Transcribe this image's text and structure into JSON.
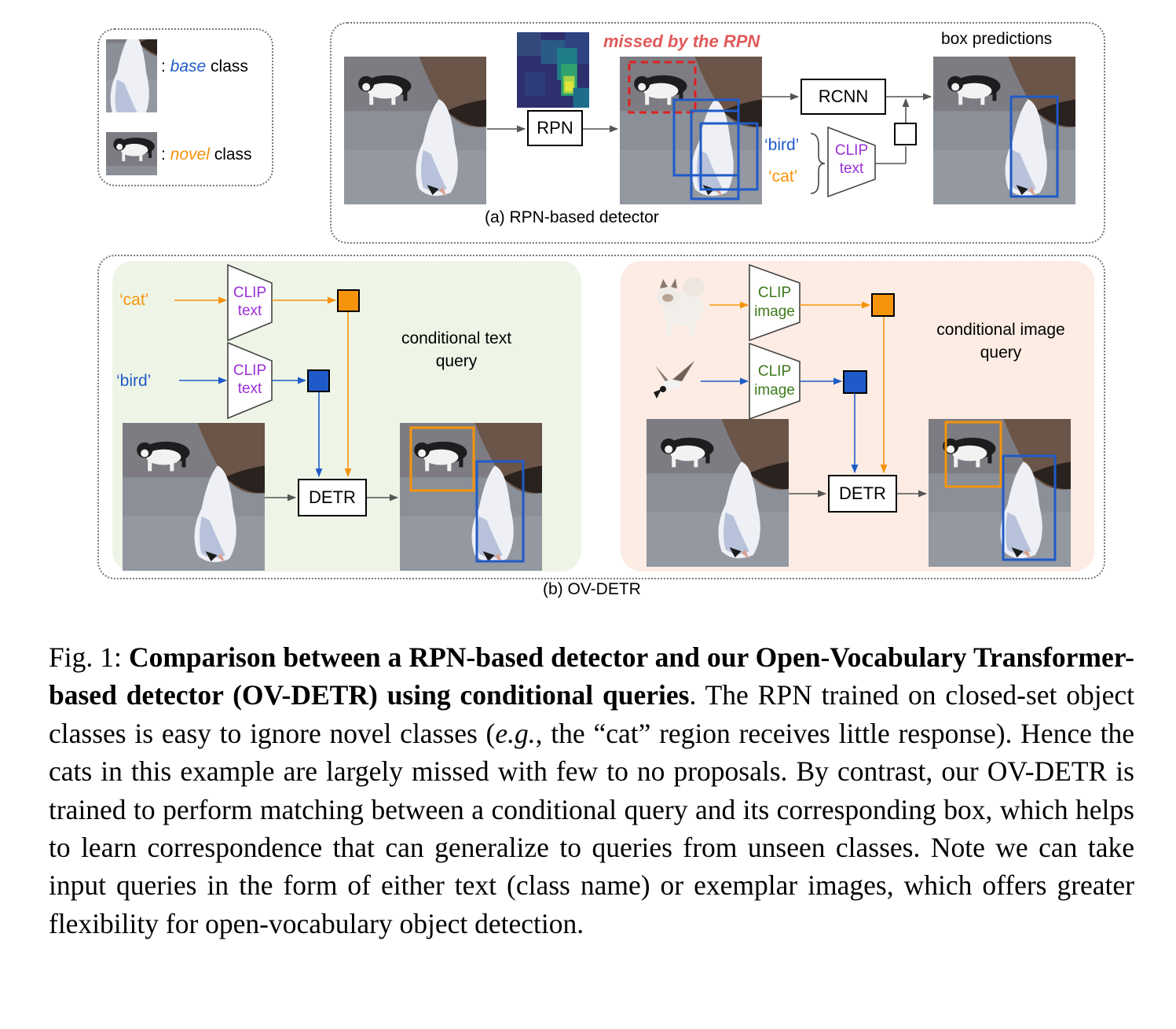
{
  "legend": {
    "base_prefix": ": ",
    "base_word": "base",
    "base_suffix": " class",
    "novel_prefix": ": ",
    "novel_word": "novel",
    "novel_suffix": " class"
  },
  "panel_a": {
    "missed_label": "missed by the RPN",
    "rpn_label": "RPN",
    "rcnn_label": "RCNN",
    "bird_label": "‘bird’",
    "cat_label": "‘cat’",
    "clip_text_line1": "CLIP",
    "clip_text_line2": "text",
    "box_predictions": "box predictions",
    "caption": "(a) RPN-based detector"
  },
  "panel_b": {
    "left": {
      "cat_label": "‘cat’",
      "bird_label": "‘bird’",
      "clip_line1": "CLIP",
      "clip_line2": "text",
      "query_line1": "conditional text",
      "query_line2": "query",
      "detr_label": "DETR"
    },
    "right": {
      "clip_line1": "CLIP",
      "clip_line2": "image",
      "query_line1": "conditional image",
      "query_line2": "query",
      "detr_label": "DETR"
    },
    "caption": "(b) OV-DETR"
  },
  "caption": {
    "fig_label": "Fig. 1: ",
    "bold_text": "Comparison between a RPN-based detector and our Open-Vocabulary Transformer-based detector (OV-DETR) using conditional queries",
    "body_part1": ". The RPN trained on closed-set object classes is easy to ignore novel classes (",
    "eg": "e.g.",
    "body_part2": ", the “cat” region receives little response). Hence the cats in this example are largely missed with few to no proposals. By contrast, our OV-DETR is trained to perform matching between a conditional query and its corresponding box, which helps to learn correspondence that can generalize to queries from unseen classes. Note we can take input queries in the form of either text (class name) or exemplar images, which offers greater flexibility for open-vocabulary object detection."
  },
  "colors": {
    "base_blue": "#1f5bc8",
    "novel_orange": "#f5930b",
    "missed_red": "#e05a5a",
    "clip_purple": "#9b2fd6",
    "clip_green": "#3c7a1a"
  }
}
